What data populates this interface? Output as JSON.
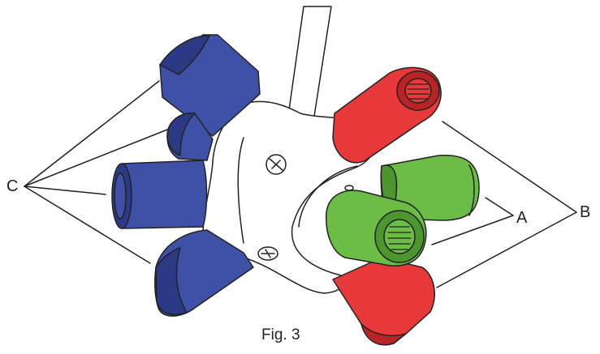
{
  "labels": {
    "c": "C",
    "a": "A",
    "b": "B"
  },
  "caption": "Fig. 3",
  "colors": {
    "blue": "#3f51a6",
    "blue_dark": "#2c3a85",
    "red": "#e8393a",
    "red_dark": "#b82426",
    "green": "#6bbd45",
    "green_dark": "#4c9630",
    "outline": "#222222",
    "body": "#ffffff"
  },
  "icons": [
    "screw-icon",
    "rod-icon"
  ]
}
